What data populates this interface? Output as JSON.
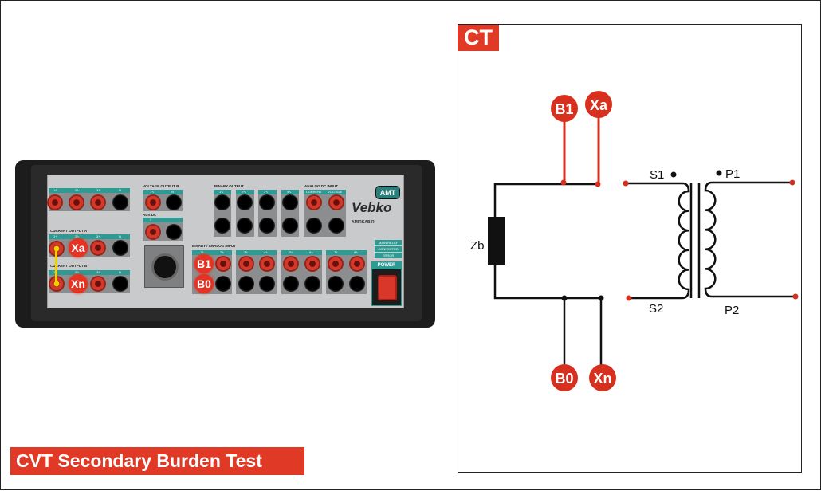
{
  "device": {
    "channel_labels_voltage_a": [
      "1∿",
      "2∿",
      "3∿",
      "N"
    ],
    "voltage_output_b": {
      "label": "VOLTAGE OUTPUT B",
      "channels": [
        "1∿",
        "N"
      ]
    },
    "aux_dc": {
      "label": "AUX DC",
      "channels": [
        "≡"
      ]
    },
    "current_output_a": {
      "label": "CURRENT OUTPUT A",
      "channels": [
        "1∿",
        "2∿",
        "3∿",
        "N"
      ]
    },
    "current_output_b": {
      "label": "CURRENT OUTPUT B",
      "channels": [
        "1∿",
        "2∿",
        "3∿",
        "N"
      ]
    },
    "binary_output": {
      "label": "BINARY OUTPUT",
      "channels": [
        "1∿",
        "2∿",
        "3∿",
        "4∿"
      ]
    },
    "analog_dc_input": {
      "label": "ANALOG DC INPUT",
      "channels": [
        "CURRENT",
        "VOLTAGE"
      ]
    },
    "binary_analog_input": {
      "label": "BINARY / ANALOG INPUT",
      "channels": [
        "1∿",
        "2∿",
        "3∿",
        "4∿",
        "5∿",
        "6∿",
        "7∿",
        "8∿"
      ]
    },
    "status": [
      "MAIN RELAY",
      "CONNECTED",
      "ERROR"
    ],
    "power_label": "POWER",
    "logo": {
      "amt": "AMT",
      "brand": "Vebko",
      "sub": "AMIRKABIR"
    },
    "badges": {
      "xa": "Xa",
      "xn": "Xn",
      "b1": "B1",
      "b0": "B0"
    }
  },
  "diagram": {
    "title": "CT",
    "terminals": {
      "b1": "B1",
      "xa": "Xa",
      "b0": "B0",
      "xn": "Xn"
    },
    "labels": {
      "zb": "Zb",
      "s1": "S1",
      "s2": "S2",
      "p1": "P1",
      "p2": "P2"
    }
  },
  "test_title": "CVT Secondary Burden Test"
}
